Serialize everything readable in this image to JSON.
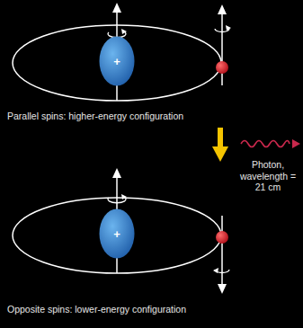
{
  "diagram": {
    "nodes": [
      {
        "text": [
          "+"
        ]
      },
      {
        "text": [
          "+"
        ]
      }
    ],
    "labels": [
      "Parallel spins: higher-energy configuration",
      "Photon, wavelength = 21 cm",
      "Opposite spins: lower-energy configuration"
    ]
  }
}
